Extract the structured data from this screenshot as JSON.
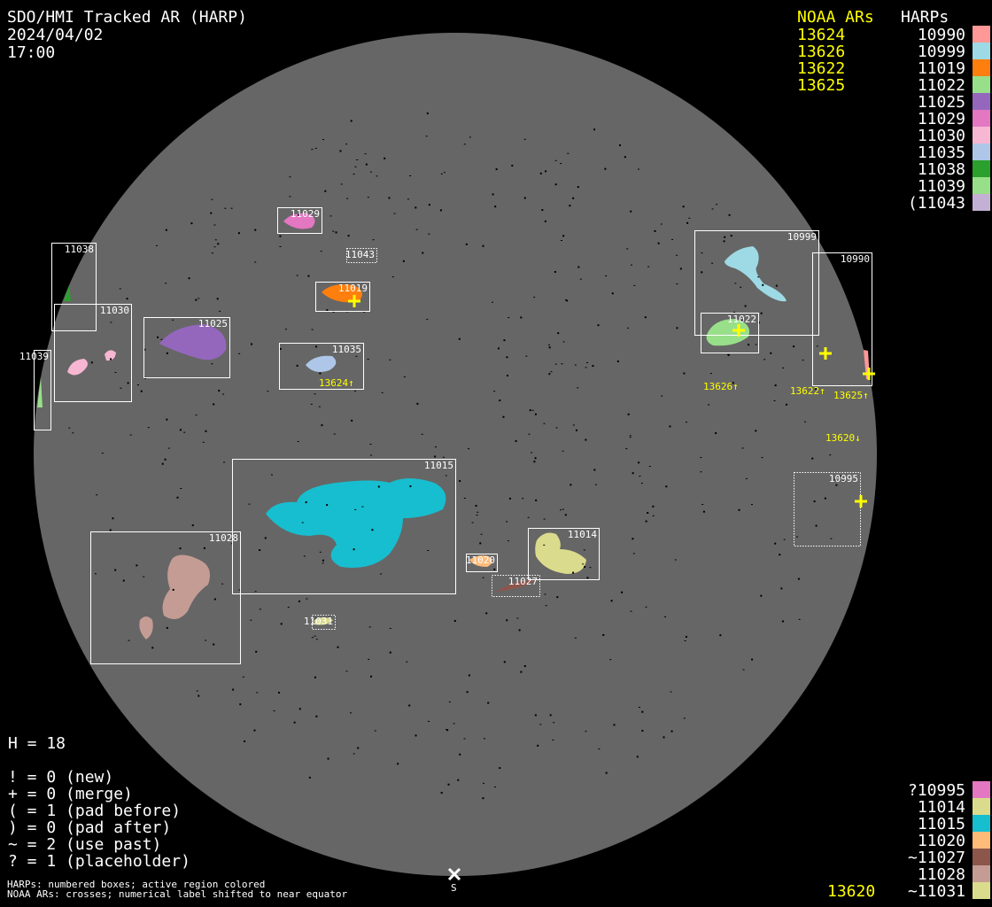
{
  "header": {
    "title": "SDO/HMI Tracked AR (HARP)",
    "date": "2024/04/02",
    "time": "17:00"
  },
  "legend_top": {
    "noaa_heading": "NOAA ARs",
    "harps_heading": "HARPs",
    "noaa": [
      "13624",
      "13626",
      "13622",
      "13625"
    ],
    "harps": [
      {
        "label": "10990",
        "color": "#ff9896"
      },
      {
        "label": "10999",
        "color": "#9edae5"
      },
      {
        "label": "11019",
        "color": "#ff7f0e"
      },
      {
        "label": "11022",
        "color": "#98df8a"
      },
      {
        "label": "11025",
        "color": "#9467bd"
      },
      {
        "label": "11029",
        "color": "#e377c2"
      },
      {
        "label": "11030",
        "color": "#f7b6d2"
      },
      {
        "label": "11035",
        "color": "#aec7e8"
      },
      {
        "label": "11038",
        "color": "#2ca02c"
      },
      {
        "label": "11039",
        "color": "#98df8a"
      },
      {
        "label": "(11043",
        "color": "#c5b0d5"
      }
    ]
  },
  "legend_bottom": {
    "noaa": [
      "13620"
    ],
    "harps": [
      {
        "label": "?10995",
        "color": "#e377c2"
      },
      {
        "label": "11014",
        "color": "#dbdb8d"
      },
      {
        "label": "11015",
        "color": "#17becf"
      },
      {
        "label": "11020",
        "color": "#ffbb78"
      },
      {
        "label": "~11027",
        "color": "#8c564b"
      },
      {
        "label": "11028",
        "color": "#c49c94"
      },
      {
        "label": "~11031",
        "color": "#dbdb8d"
      }
    ]
  },
  "stats": {
    "h": "H = 18",
    "lines": [
      "! = 0 (new)",
      "+ = 0 (merge)",
      "( = 1 (pad before)",
      ") = 0 (pad after)",
      "~ = 2 (use past)",
      "? = 1 (placeholder)"
    ]
  },
  "footnotes": [
    "HARPs: numbered boxes; active region colored",
    "NOAA ARs: crosses; numerical label shifted to near equator"
  ],
  "disk": {
    "color": "#666666",
    "south_marker": "S",
    "regions": [
      {
        "label": "11029",
        "color": "#e377c2",
        "dotted": false
      },
      {
        "label": "11043",
        "color": "#c5b0d5",
        "dotted": true
      },
      {
        "label": "11038",
        "color": "#2ca02c",
        "dotted": false
      },
      {
        "label": "11030",
        "color": "#f7b6d2",
        "dotted": false
      },
      {
        "label": "11039",
        "color": "#98df8a",
        "dotted": false
      },
      {
        "label": "11025",
        "color": "#9467bd",
        "dotted": false
      },
      {
        "label": "11019",
        "color": "#ff7f0e",
        "dotted": false
      },
      {
        "label": "11035",
        "color": "#aec7e8",
        "dotted": false
      },
      {
        "label": "10999",
        "color": "#9edae5",
        "dotted": false
      },
      {
        "label": "10990",
        "color": "#ff9896",
        "dotted": false
      },
      {
        "label": "11022",
        "color": "#98df8a",
        "dotted": false
      },
      {
        "label": "11015",
        "color": "#17becf",
        "dotted": false
      },
      {
        "label": "11028",
        "color": "#c49c94",
        "dotted": false
      },
      {
        "label": "11014",
        "color": "#dbdb8d",
        "dotted": false
      },
      {
        "label": "11020",
        "color": "#ffbb78",
        "dotted": false
      },
      {
        "label": "11027",
        "color": "#8c564b",
        "dotted": true
      },
      {
        "label": "11031",
        "color": "#dbdb8d",
        "dotted": true
      },
      {
        "label": "10995",
        "color": "#e377c2",
        "dotted": true
      }
    ],
    "noaa_labels": [
      "13624↑",
      "13626↑",
      "13622↑",
      "13625↑",
      "13620↓"
    ]
  }
}
